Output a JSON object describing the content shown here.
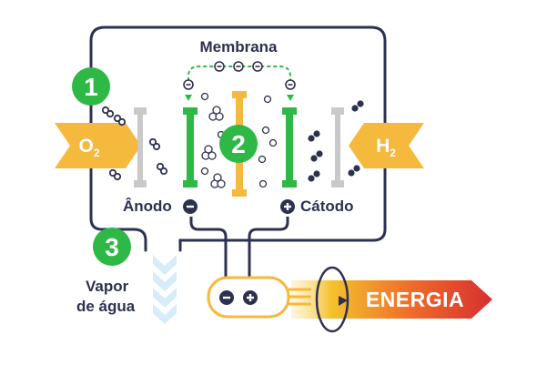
{
  "labels": {
    "membrane": "Membrana",
    "anode": "Ânodo",
    "cathode": "Cátodo",
    "vapor_line1": "Vapor",
    "vapor_line2": "de água",
    "energy": "ENERGIA"
  },
  "gases": {
    "oxygen": {
      "symbol": "O",
      "subscript": "2"
    },
    "hydrogen": {
      "symbol": "H",
      "subscript": "2"
    }
  },
  "steps": [
    "1",
    "2",
    "3"
  ],
  "signs": {
    "negative": "−",
    "positive": "+"
  },
  "colors": {
    "outline": "#2d3150",
    "green": "#2eb845",
    "dark_green": "#1f8f35",
    "yellow": "#f5b93d",
    "gray": "#c9c9c9",
    "vapor": "#d7ecf9",
    "energy_start": "#f4c02a",
    "energy_end": "#d62f2f"
  }
}
